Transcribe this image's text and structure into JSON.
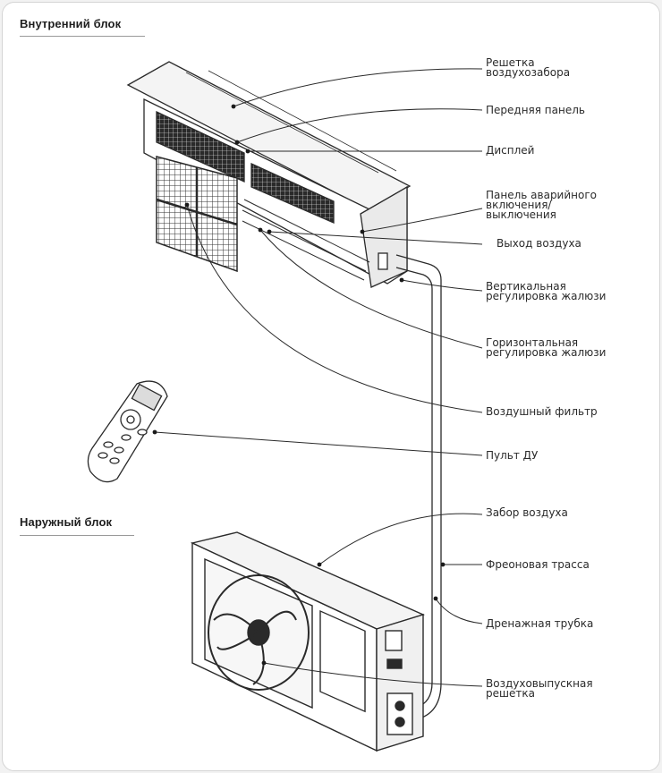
{
  "sections": {
    "indoor": "Внутренний блок",
    "outdoor": "Наружный блок"
  },
  "labels": {
    "grille_intake": [
      "Решетка",
      "воздухозабора"
    ],
    "front_panel": "Передняя панель",
    "display": "Дисплей",
    "emergency_panel": [
      "Панель аварийного",
      "включения/",
      "выключения"
    ],
    "air_outlet": "Выход воздуха",
    "vertical_louver": [
      "Вертикальная",
      "регулировка жалюзи"
    ],
    "horizontal_louver": [
      "Горизонтальная",
      "регулировка жалюзи"
    ],
    "air_filter": "Воздушный фильтр",
    "remote": "Пульт ДУ",
    "air_intake": "Забор воздуха",
    "refrigerant_line": "Фреоновая трасса",
    "drain_pipe": "Дренажная трубка",
    "outlet_grille": [
      "Воздуховыпускная",
      "решетка"
    ]
  },
  "colors": {
    "line": "#2a2a2a",
    "text": "#2b2b2b"
  }
}
